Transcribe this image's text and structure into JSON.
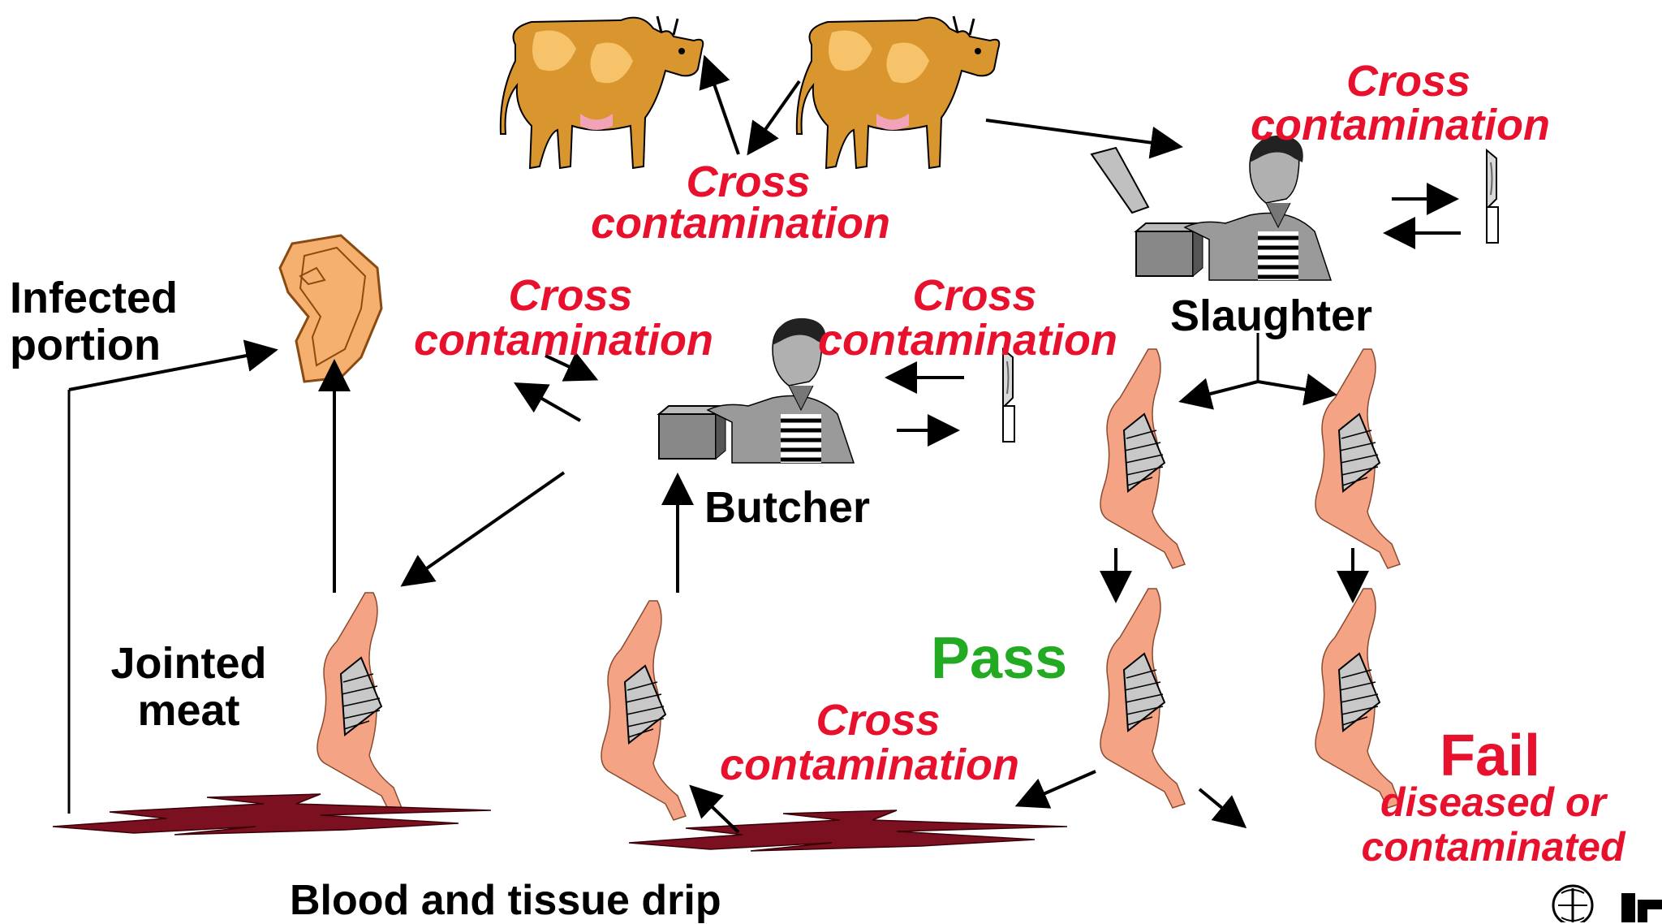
{
  "labels": {
    "cross_1": "Cross",
    "contamination_1": "contamination",
    "cross_2": "Cross",
    "contamination_2": "contamination",
    "cross_3": "Cross",
    "contamination_3": "contamination",
    "cross_4": "Cross",
    "contamination_4": "contamination",
    "cross_5": "Cross",
    "contamination_5": "contamination",
    "infected_1": "Infected",
    "infected_2": "portion",
    "slaughter": "Slaughter",
    "butcher": "Butcher",
    "jointed_1": "Jointed",
    "jointed_2": "meat",
    "pass": "Pass",
    "fail": "Fail",
    "fail_sub_1": "diseased or",
    "fail_sub_2": "contaminated",
    "drip": "Blood and tissue drip"
  },
  "colors": {
    "red_text": "#e8112d",
    "green_text": "#22aa22",
    "meat": "#f4a384",
    "blood": "#7a1020",
    "cow": "#d9952e"
  },
  "icons": [
    "cow-icon",
    "slaughterman-icon",
    "butcher-icon",
    "knife-icon",
    "meat-carcass-icon",
    "meat-portion-icon",
    "blood-drip-icon",
    "who-emblem-icon"
  ]
}
